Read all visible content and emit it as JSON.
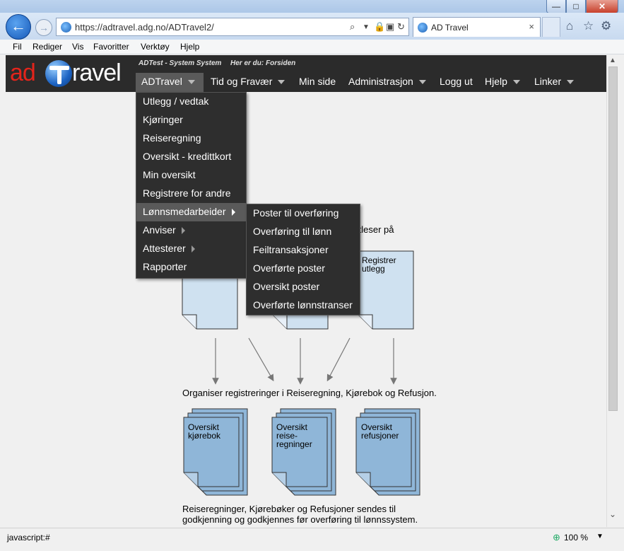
{
  "window": {
    "minimize_label": "—",
    "maximize_label": "□",
    "close_label": "✕"
  },
  "navbar": {
    "url": "https://adtravel.adg.no/ADTravel2/",
    "tab_title": "AD Travel",
    "tab_close": "×"
  },
  "menubar": {
    "items": [
      "Fil",
      "Rediger",
      "Vis",
      "Favoritter",
      "Verktøy",
      "Hjelp"
    ]
  },
  "header": {
    "logo_left": "ad",
    "logo_right": "ravel",
    "system_label": "ADTest - System System",
    "location_label": "Her er du: Forsiden"
  },
  "mainnav": {
    "items": [
      {
        "label": "ADTravel",
        "caret": true,
        "active": true
      },
      {
        "label": "Tid og Fravær",
        "caret": true,
        "active": false
      },
      {
        "label": "Min side",
        "caret": false,
        "active": false
      },
      {
        "label": "Administrasjon",
        "caret": true,
        "active": false
      },
      {
        "label": "Logg ut",
        "caret": false,
        "active": false
      },
      {
        "label": "Hjelp",
        "caret": true,
        "active": false
      },
      {
        "label": "Linker",
        "caret": true,
        "active": false
      }
    ]
  },
  "dropdown": {
    "items": [
      {
        "label": "Utlegg / vedtak",
        "sub": false
      },
      {
        "label": "Kjøringer",
        "sub": false
      },
      {
        "label": "Reiseregning",
        "sub": false
      },
      {
        "label": "Oversikt - kredittkort",
        "sub": false
      },
      {
        "label": "Min oversikt",
        "sub": false
      },
      {
        "label": "Registrere for andre",
        "sub": false
      },
      {
        "label": "Lønnsmedarbeider",
        "sub": true,
        "active": true
      },
      {
        "label": "Anviser",
        "sub": true
      },
      {
        "label": "Attesterer",
        "sub": true
      },
      {
        "label": "Rapporter",
        "sub": false
      }
    ]
  },
  "submenu": {
    "items": [
      "Poster til overføring",
      "Overføring til lønn",
      "Feiltransaksjoner",
      "Overførte poster",
      "Oversikt poster",
      "Overførte lønnstranser"
    ]
  },
  "diagram": {
    "partial_text": "ttleser på",
    "top_doc_label": "Registrer\nutlegg",
    "organize_text": "Organiser registreringer i Reiseregning, Kjørebok og Refusjon.",
    "bottom_docs": [
      "Oversikt\nkjørebok",
      "Oversikt\nreise-\nregninger",
      "Oversikt\nrefusjoner"
    ],
    "footer_line1": "Reiseregninger, Kjørebøker og Refusjoner sendes til",
    "footer_line2": "godkjenning og godkjennes før overføring til lønnssystem."
  },
  "statusbar": {
    "status_text": "javascript:#",
    "zoom": "100 %"
  },
  "colors": {
    "header_bg": "#2b2b2b",
    "logo_red": "#e3241b",
    "doc_light": "#cfe1f0",
    "doc_dark": "#8fb6d8"
  }
}
